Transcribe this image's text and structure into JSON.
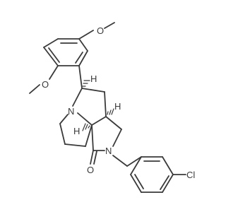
{
  "molecule": {
    "atoms": {
      "methoxy_top_o": "O",
      "methoxy_left_o": "O",
      "pyrrolidine_n": "N",
      "lactam_n": "N",
      "carbonyl_o": "O",
      "chlorine": "Cl"
    },
    "stereo_h": {
      "h1": "H",
      "h2": "H",
      "h3": "H"
    },
    "colors": {
      "bond": "#3a3a3a",
      "background": "#ffffff"
    }
  }
}
